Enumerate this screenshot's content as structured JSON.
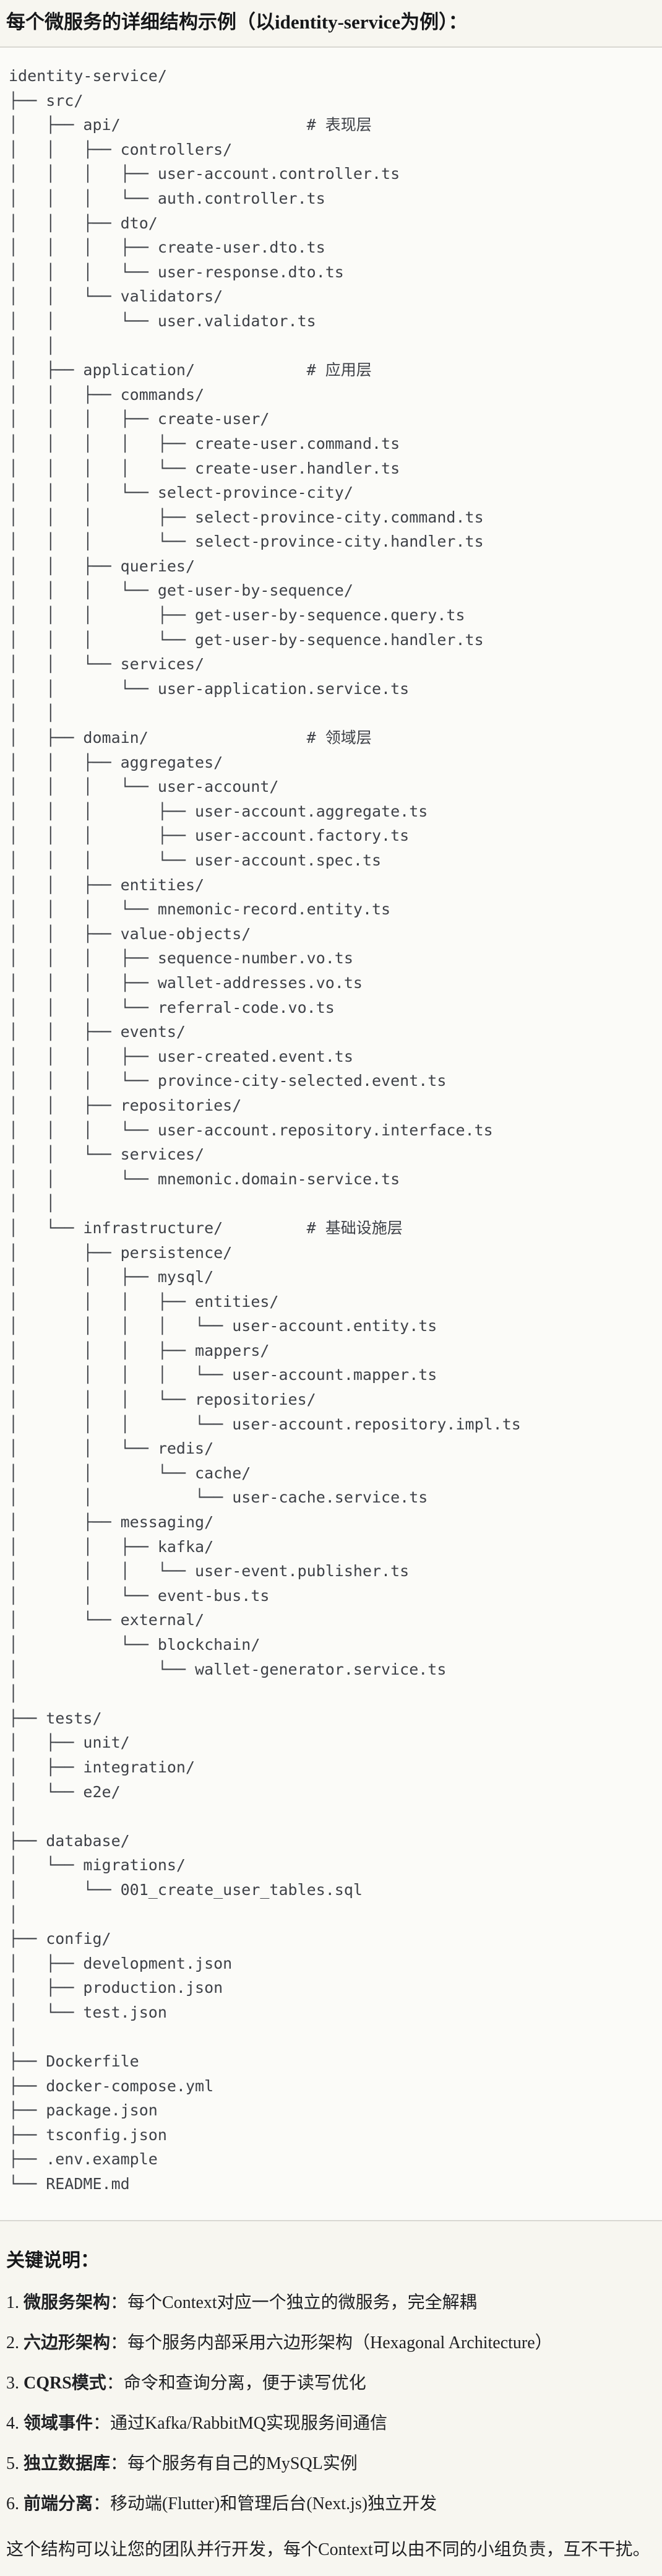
{
  "page": {
    "title": "每个微服务的详细结构示例（以identity-service为例）："
  },
  "tree": {
    "lines": [
      "identity-service/",
      "├── src/",
      "│   ├── api/                    # 表现层",
      "│   │   ├── controllers/",
      "│   │   │   ├── user-account.controller.ts",
      "│   │   │   └── auth.controller.ts",
      "│   │   ├── dto/",
      "│   │   │   ├── create-user.dto.ts",
      "│   │   │   └── user-response.dto.ts",
      "│   │   └── validators/",
      "│   │       └── user.validator.ts",
      "│   │",
      "│   ├── application/            # 应用层",
      "│   │   ├── commands/",
      "│   │   │   ├── create-user/",
      "│   │   │   │   ├── create-user.command.ts",
      "│   │   │   │   └── create-user.handler.ts",
      "│   │   │   └── select-province-city/",
      "│   │   │       ├── select-province-city.command.ts",
      "│   │   │       └── select-province-city.handler.ts",
      "│   │   ├── queries/",
      "│   │   │   └── get-user-by-sequence/",
      "│   │   │       ├── get-user-by-sequence.query.ts",
      "│   │   │       └── get-user-by-sequence.handler.ts",
      "│   │   └── services/",
      "│   │       └── user-application.service.ts",
      "│   │",
      "│   ├── domain/                 # 领域层",
      "│   │   ├── aggregates/",
      "│   │   │   └── user-account/",
      "│   │   │       ├── user-account.aggregate.ts",
      "│   │   │       ├── user-account.factory.ts",
      "│   │   │       └── user-account.spec.ts",
      "│   │   ├── entities/",
      "│   │   │   └── mnemonic-record.entity.ts",
      "│   │   ├── value-objects/",
      "│   │   │   ├── sequence-number.vo.ts",
      "│   │   │   ├── wallet-addresses.vo.ts",
      "│   │   │   └── referral-code.vo.ts",
      "│   │   ├── events/",
      "│   │   │   ├── user-created.event.ts",
      "│   │   │   └── province-city-selected.event.ts",
      "│   │   ├── repositories/",
      "│   │   │   └── user-account.repository.interface.ts",
      "│   │   └── services/",
      "│   │       └── mnemonic.domain-service.ts",
      "│   │",
      "│   └── infrastructure/         # 基础设施层",
      "│       ├── persistence/",
      "│       │   ├── mysql/",
      "│       │   │   ├── entities/",
      "│       │   │   │   └── user-account.entity.ts",
      "│       │   │   ├── mappers/",
      "│       │   │   │   └── user-account.mapper.ts",
      "│       │   │   └── repositories/",
      "│       │   │       └── user-account.repository.impl.ts",
      "│       │   └── redis/",
      "│       │       └── cache/",
      "│       │           └── user-cache.service.ts",
      "│       ├── messaging/",
      "│       │   ├── kafka/",
      "│       │   │   └── user-event.publisher.ts",
      "│       │   └── event-bus.ts",
      "│       └── external/",
      "│           └── blockchain/",
      "│               └── wallet-generator.service.ts",
      "│",
      "├── tests/",
      "│   ├── unit/",
      "│   ├── integration/",
      "│   └── e2e/",
      "│",
      "├── database/",
      "│   └── migrations/",
      "│       └── 001_create_user_tables.sql",
      "│",
      "├── config/",
      "│   ├── development.json",
      "│   ├── production.json",
      "│   └── test.json",
      "│",
      "├── Dockerfile",
      "├── docker-compose.yml",
      "├── package.json",
      "├── tsconfig.json",
      "├── .env.example",
      "└── README.md"
    ]
  },
  "notes": {
    "heading": "关键说明：",
    "items": [
      {
        "num": "1.",
        "label": "微服务架构",
        "text": "：每个Context对应一个独立的微服务，完全解耦"
      },
      {
        "num": "2.",
        "label": "六边形架构",
        "text": "：每个服务内部采用六边形架构（Hexagonal Architecture）"
      },
      {
        "num": "3.",
        "label": "CQRS模式",
        "text": "：命令和查询分离，便于读写优化"
      },
      {
        "num": "4.",
        "label": "领域事件",
        "text": "：通过Kafka/RabbitMQ实现服务间通信"
      },
      {
        "num": "5.",
        "label": "独立数据库",
        "text": "：每个服务有自己的MySQL实例"
      },
      {
        "num": "6.",
        "label": "前端分离",
        "text": "：移动端(Flutter)和管理后台(Next.js)独立开发"
      }
    ],
    "footer": "这个结构可以让您的团队并行开发，每个Context可以由不同的小组负责，互不干扰。"
  },
  "colors": {
    "page_background": "#f7f6f0",
    "code_background": "#fbfbf8",
    "code_border": "#d9d8d2",
    "tree_text": "#3e4147",
    "body_text": "#1f2023"
  }
}
